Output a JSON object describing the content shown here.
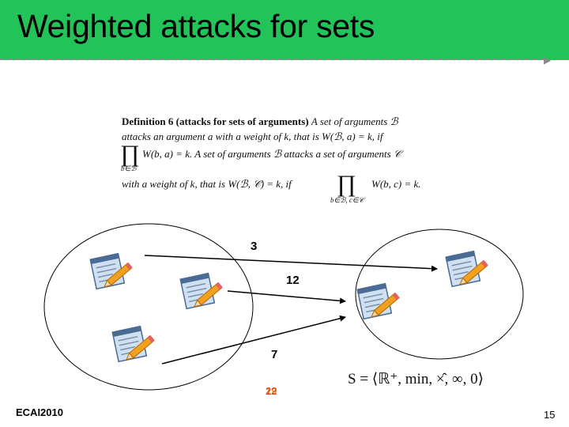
{
  "slide": {
    "title": "Weighted attacks for sets",
    "footer_left": "ECAI2010",
    "page_number": "15"
  },
  "definition": {
    "heading": "Definition 6",
    "heading_paren": "(attacks for sets of arguments)",
    "line1_rest": "A set of arguments ℬ",
    "line2": "attacks an argument a with a weight of k, that is W(ℬ, a) = k, if",
    "prod_symbol": "∏",
    "line3_rest": "W(b, a) = k. A set of arguments ℬ attacks a set of arguments 𝒞",
    "prod_sub1": "b∈ℬ",
    "line4": "with a weight of k, that is W(ℬ, 𝒞) = k, if",
    "line4_rest": "W(b, c) = k.",
    "prod_sub2": "b∈ℬ, c∈𝒞"
  },
  "diagram": {
    "weights": [
      "3",
      "12",
      "7"
    ],
    "overlap_numbers": [
      "19",
      "22"
    ],
    "semiring": "S = ⟨ℝ⁺, min, ×̂, ∞, 0⟩",
    "icon_names": [
      "notepad-pencil-icon"
    ]
  },
  "colors": {
    "header_green": "#22c45a",
    "overlap_red": "#e02020",
    "overlap_orange": "#e8a000"
  }
}
